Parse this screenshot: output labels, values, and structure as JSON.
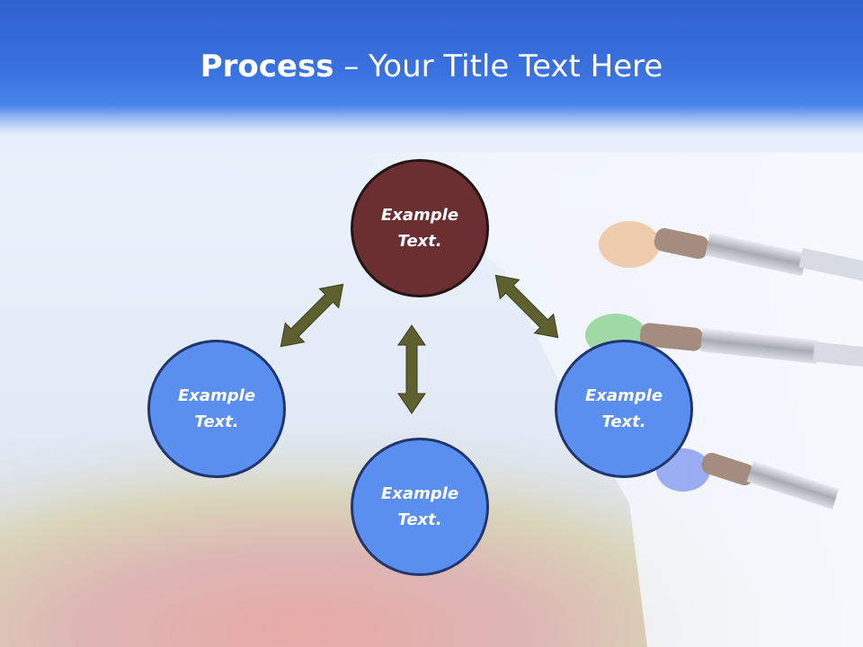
{
  "title": {
    "bold": "Process",
    "rest": " – Your Title Text Here"
  },
  "nodes": {
    "top": {
      "line1": "Example",
      "line2": "Text."
    },
    "left": {
      "line1": "Example",
      "line2": "Text."
    },
    "right": {
      "line1": "Example",
      "line2": "Text."
    },
    "bottom": {
      "line1": "Example",
      "line2": "Text."
    }
  },
  "colors": {
    "header": "#3a72e0",
    "top_node": "#6b2f31",
    "satellite_node": "#5a8ff0",
    "node_border": "#22356d",
    "arrow": "#5e6030"
  }
}
